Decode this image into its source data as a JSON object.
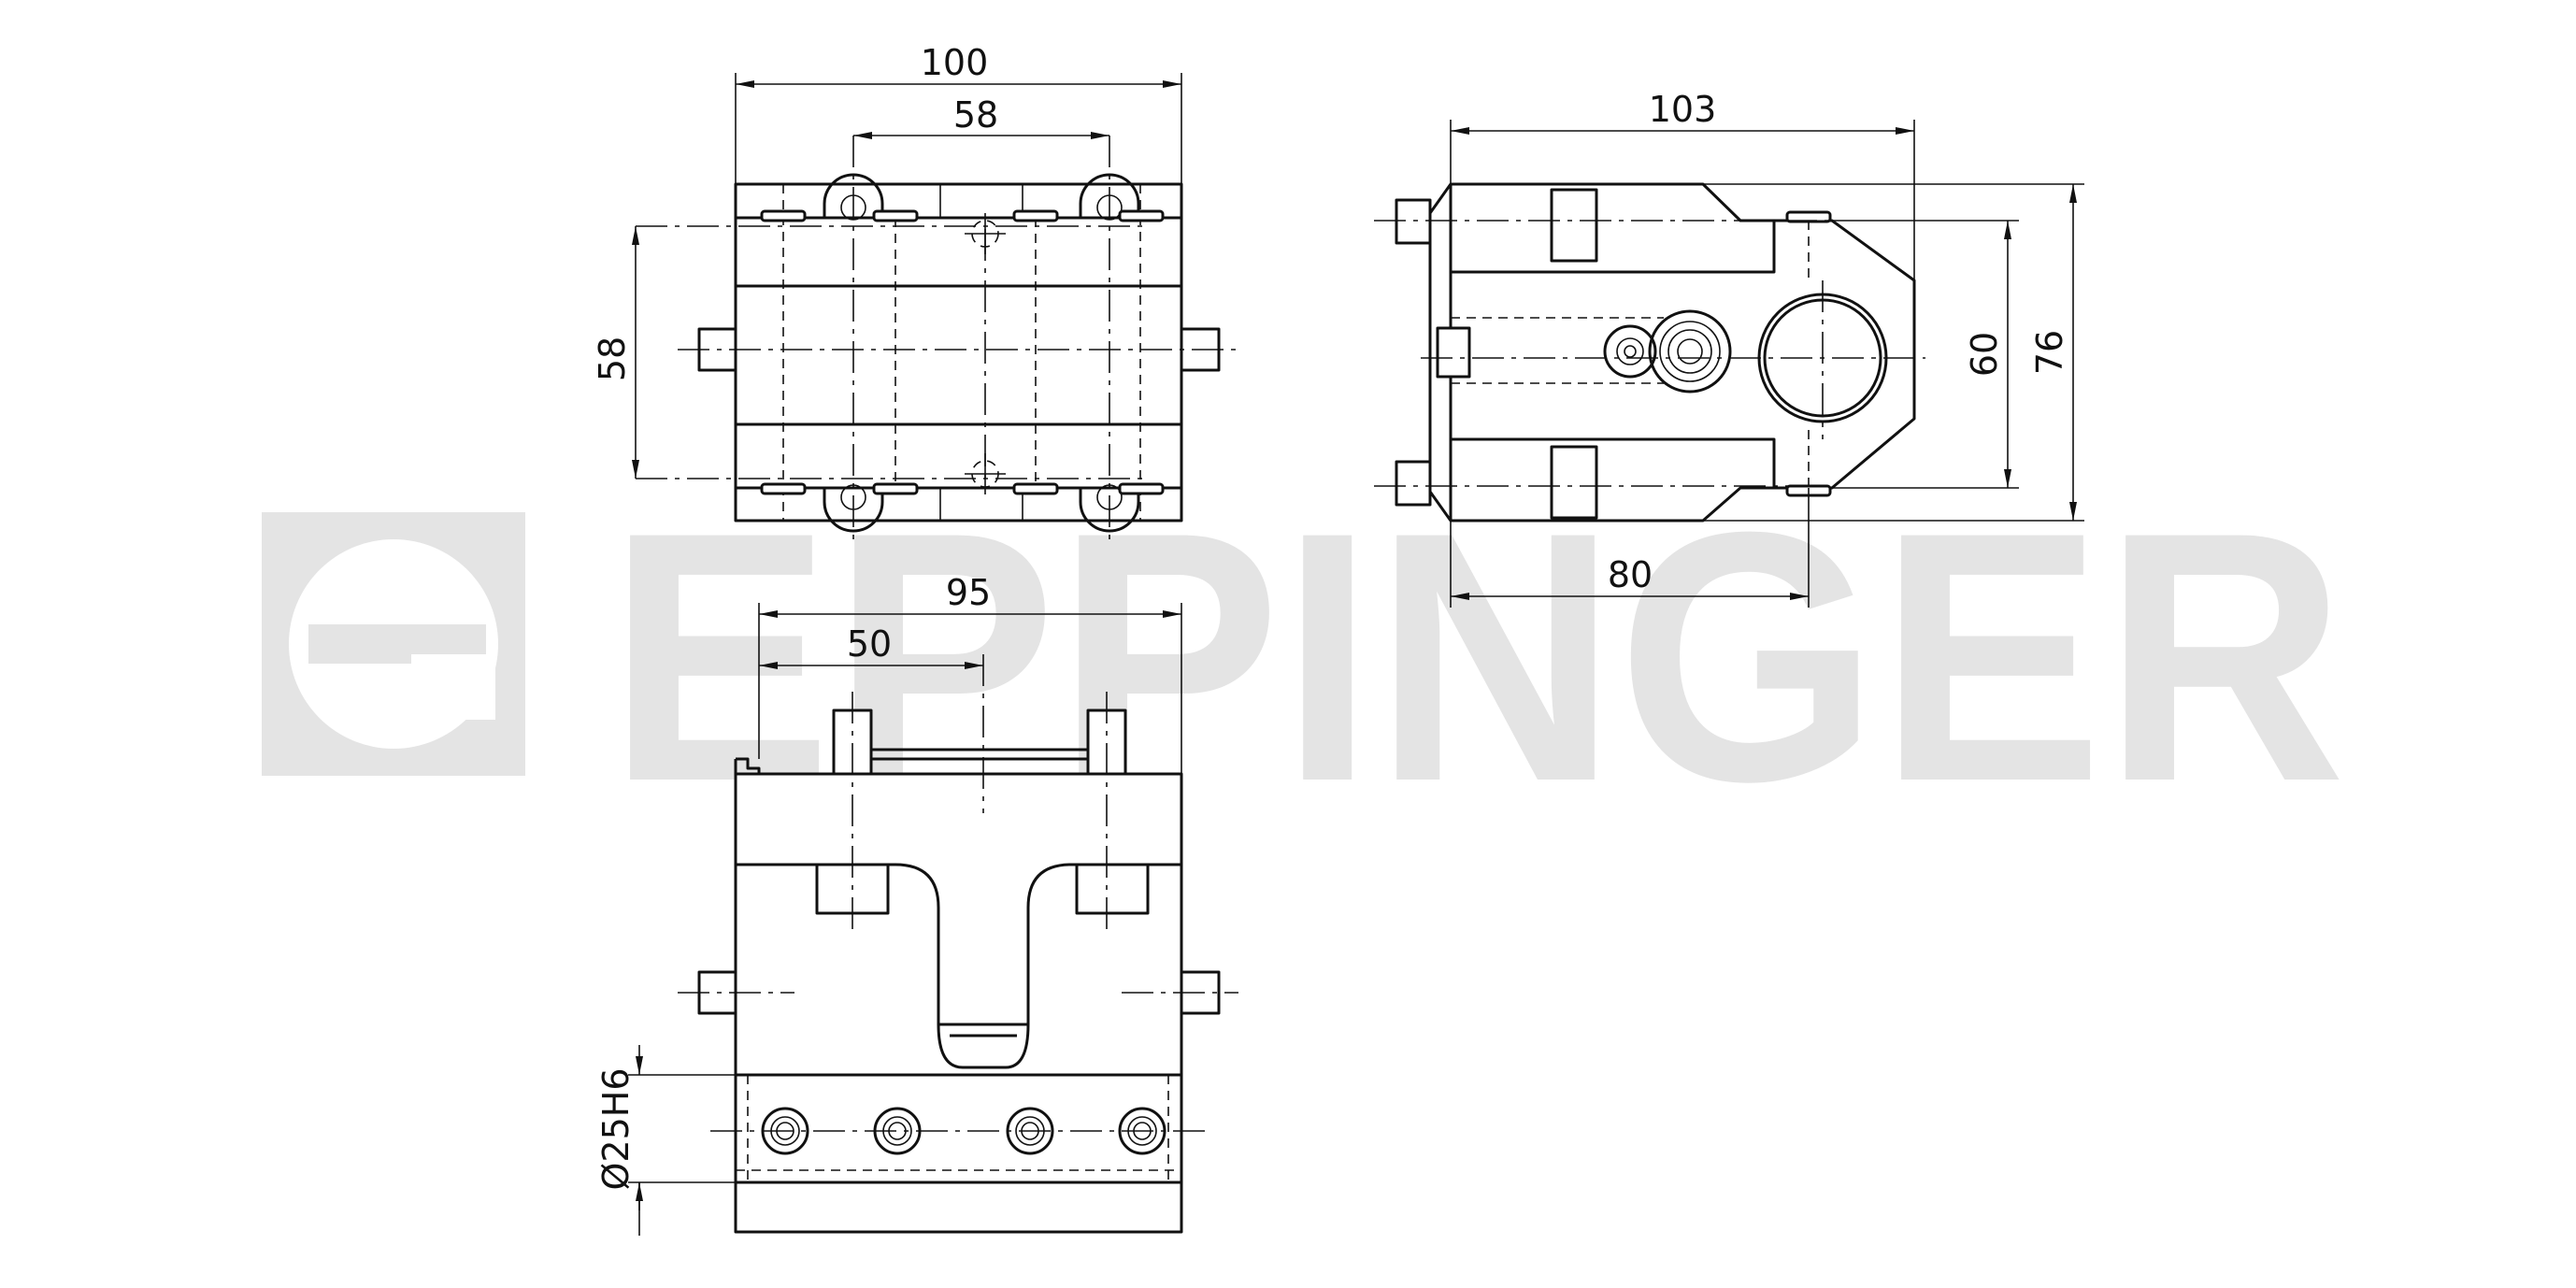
{
  "watermark": {
    "brand": "EPPINGER",
    "logo_icon": "eppinger-logo-icon",
    "color": "#e4e4e4"
  },
  "line_color": "#111111",
  "top_view": {
    "dim_width": "100",
    "dim_bolt_spacing": "58",
    "dim_height": "58"
  },
  "side_view": {
    "dim_length": "103",
    "dim_base": "80",
    "dim_inner_height": "60",
    "dim_total_height": "76"
  },
  "front_view": {
    "dim_width": "95",
    "dim_center": "50",
    "dim_bore": "Ø25H6"
  }
}
